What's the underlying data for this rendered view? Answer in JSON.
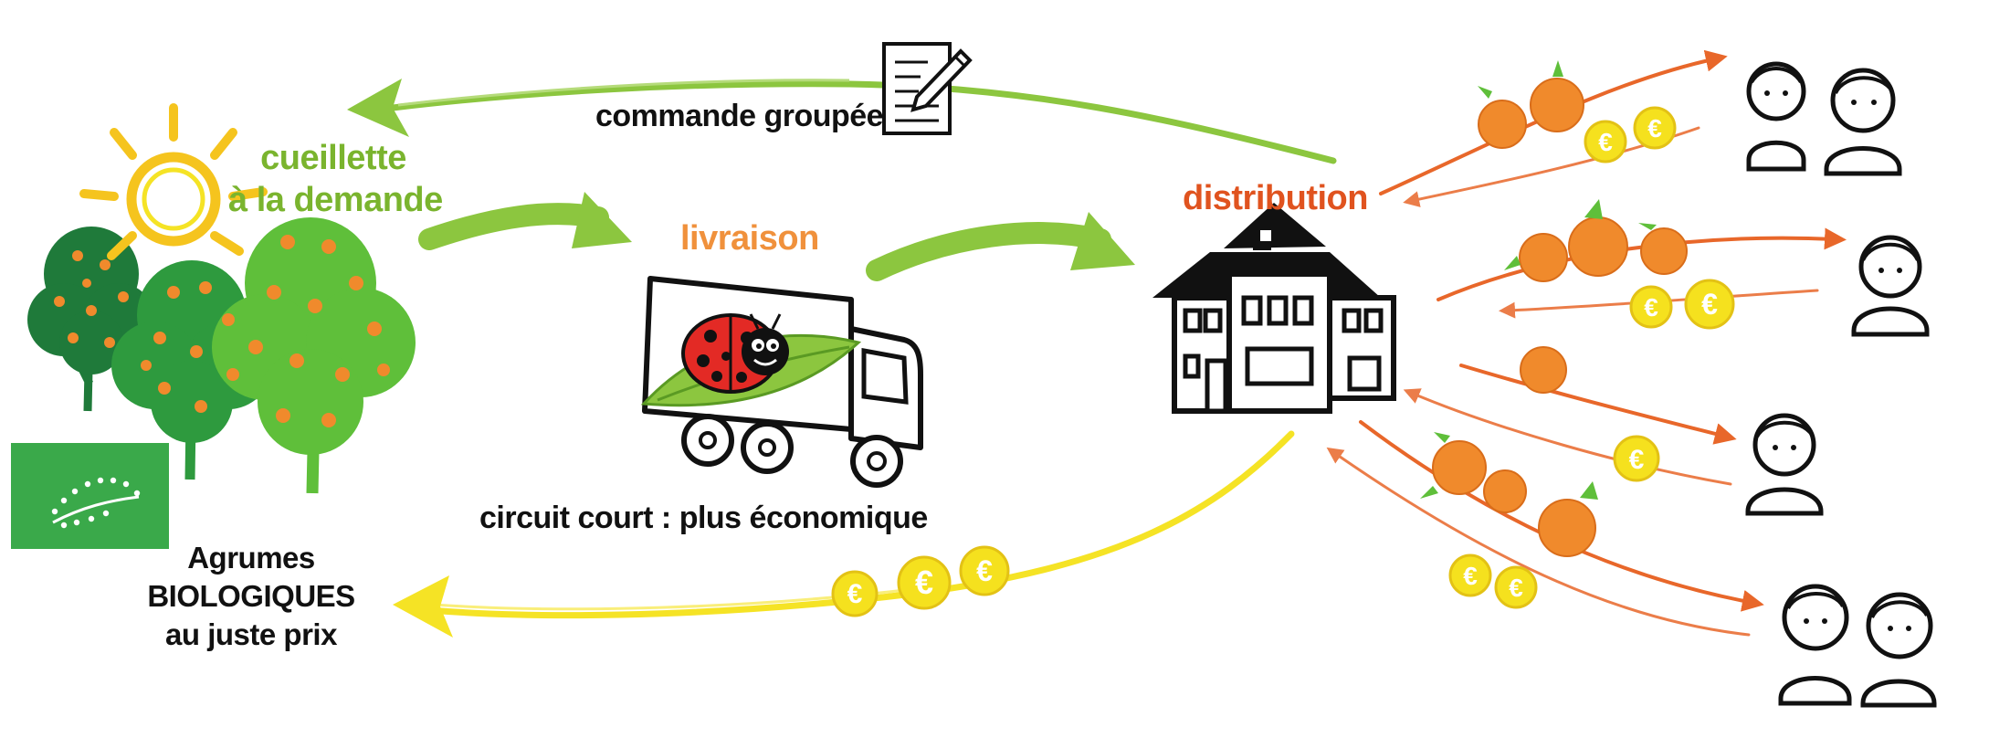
{
  "labels": {
    "cueillette_line1": "cueillette",
    "cueillette_line2": "à la demande",
    "livraison": "livraison",
    "distribution": "distribution",
    "commande": "commande groupée",
    "circuit": "circuit court : plus économique",
    "agrumes_line1": "Agrumes",
    "agrumes_line2": "BIOLOGIQUES",
    "agrumes_line3": "au juste prix"
  },
  "euro_symbol": "€",
  "icons": {
    "sun": "sun-icon",
    "trees": "orange-tree-icon",
    "eu_organic_logo": "eu-organic-leaf-logo",
    "truck": "delivery-truck-icon",
    "ladybug": "ladybug-icon",
    "house": "house-icon",
    "order_form": "order-form-pencil-icon",
    "customer": "customer-person-icon",
    "orange": "orange-fruit-icon",
    "coin": "euro-coin-icon"
  },
  "colors": {
    "green_label": "#7ab42e",
    "orange_label": "#f0913c",
    "red_label": "#e0531f",
    "green_arrow": "#8cc63f",
    "yellow_arrow": "#f5e325",
    "orange_arrow": "#e8672a",
    "coin": "#f5e11e",
    "fruit": "#f08a2c",
    "tree_dark": "#1f7a3a",
    "tree_mid": "#2e9a3e",
    "tree_light": "#5fbf3a",
    "eu_logo": "#3aa94a"
  }
}
